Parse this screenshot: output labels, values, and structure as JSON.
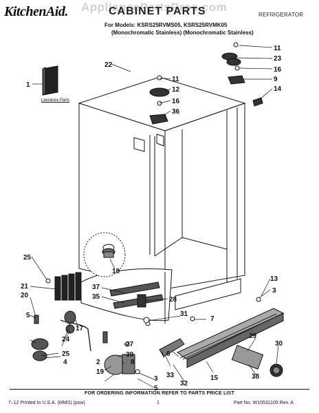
{
  "header": {
    "brand": "KitchenAid.",
    "title": "CABINET PARTS",
    "watermark": "AppliancePartsPros.com",
    "category": "REFRIGERATOR",
    "models_line": "For Models: KSRS25RVMS05, KSRS25RVMK05",
    "variants_line": "(Monochromatic Stainless) (Monochromatic Stainless)"
  },
  "literature_label": "Literature Parts",
  "callouts": [
    {
      "id": "c1",
      "text": "1"
    },
    {
      "id": "c2",
      "text": "2"
    },
    {
      "id": "c3a",
      "text": "3"
    },
    {
      "id": "c3b",
      "text": "3"
    },
    {
      "id": "c4",
      "text": "4"
    },
    {
      "id": "c5a",
      "text": "5"
    },
    {
      "id": "c5b",
      "text": "5"
    },
    {
      "id": "c6",
      "text": "6"
    },
    {
      "id": "c7",
      "text": "7"
    },
    {
      "id": "c8",
      "text": "8"
    },
    {
      "id": "c9",
      "text": "9"
    },
    {
      "id": "c11a",
      "text": "11"
    },
    {
      "id": "c11b",
      "text": "11"
    },
    {
      "id": "c12",
      "text": "12"
    },
    {
      "id": "c13",
      "text": "13"
    },
    {
      "id": "c14",
      "text": "14"
    },
    {
      "id": "c15",
      "text": "15"
    },
    {
      "id": "c16a",
      "text": "16"
    },
    {
      "id": "c16b",
      "text": "16"
    },
    {
      "id": "c17",
      "text": "17"
    },
    {
      "id": "c18",
      "text": "18"
    },
    {
      "id": "c19",
      "text": "19"
    },
    {
      "id": "c20",
      "text": "20"
    },
    {
      "id": "c21",
      "text": "21"
    },
    {
      "id": "c22",
      "text": "22"
    },
    {
      "id": "c23",
      "text": "23"
    },
    {
      "id": "c24",
      "text": "24"
    },
    {
      "id": "c25a",
      "text": "25"
    },
    {
      "id": "c25b",
      "text": "25"
    },
    {
      "id": "c27",
      "text": "27"
    },
    {
      "id": "c28",
      "text": "28"
    },
    {
      "id": "c29",
      "text": "29"
    },
    {
      "id": "c30",
      "text": "30"
    },
    {
      "id": "c31",
      "text": "31"
    },
    {
      "id": "c32",
      "text": "32"
    },
    {
      "id": "c33",
      "text": "33"
    },
    {
      "id": "c35",
      "text": "35"
    },
    {
      "id": "c36",
      "text": "36"
    },
    {
      "id": "c37",
      "text": "37"
    },
    {
      "id": "c38",
      "text": "38"
    },
    {
      "id": "c39",
      "text": "39"
    }
  ],
  "footer": {
    "order_info": "FOR ORDERING INFORMATION REFER TO PARTS PRICE LIST",
    "printed": "7–12 Printed In U.S.A. (MMS) (psw)",
    "page": "1",
    "part_no": "Part No. W10531105 Rev. A"
  }
}
